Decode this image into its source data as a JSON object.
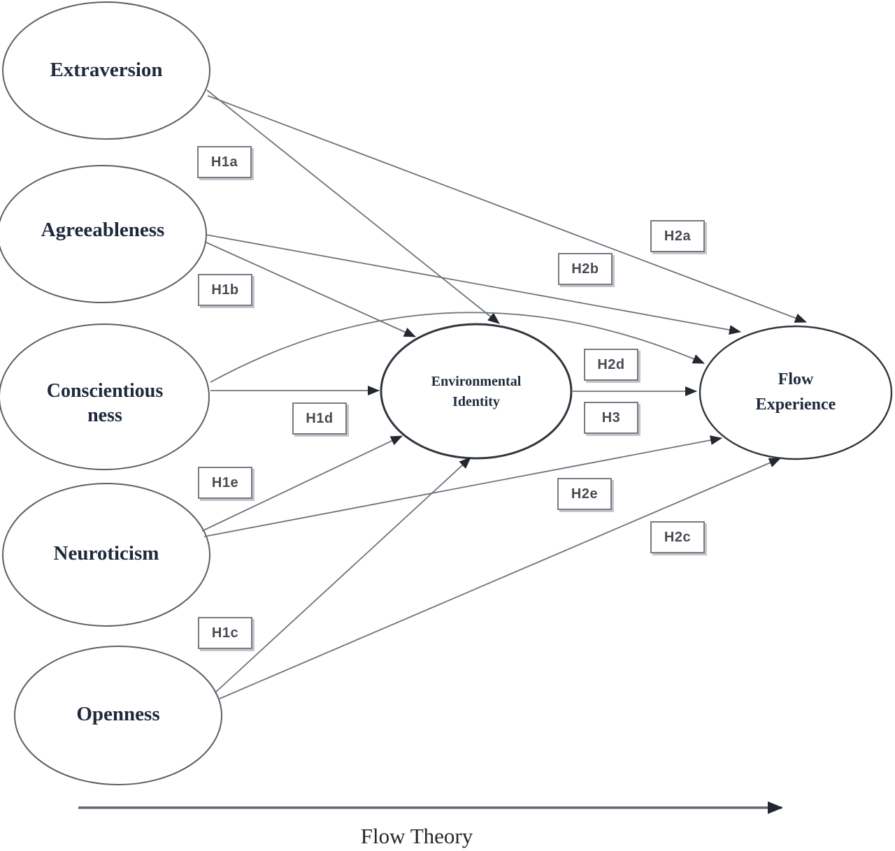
{
  "diagram": {
    "nodes": {
      "extraversion": {
        "label": "Extraversion"
      },
      "agreeableness": {
        "label": "Agreeableness"
      },
      "conscientiousness": {
        "line1": "Conscientious",
        "line2": "ness"
      },
      "neuroticism": {
        "label": "Neuroticism"
      },
      "openness": {
        "label": "Openness"
      },
      "environmental_identity": {
        "line1": "Environmental",
        "line2": "Identity"
      },
      "flow_experience": {
        "line1": "Flow",
        "line2": "Experience"
      }
    },
    "hypotheses": {
      "h1a": "H1a",
      "h1b": "H1b",
      "h1c": "H1c",
      "h1d": "H1d",
      "h1e": "H1e",
      "h2a": "H2a",
      "h2b": "H2b",
      "h2c": "H2c",
      "h2d": "H2d",
      "h2e": "H2e",
      "h3": "H3"
    },
    "axis": {
      "label": "Flow Theory"
    },
    "colors": {
      "connector_line": "#6e747c",
      "arrowhead": "#23272e",
      "node_border": "#5a606a",
      "emphasis_node_border": "#30363f",
      "label_box_border": "#757b83",
      "node_text": "#1e2a3c",
      "hypothesis_text": "#474b52"
    }
  }
}
